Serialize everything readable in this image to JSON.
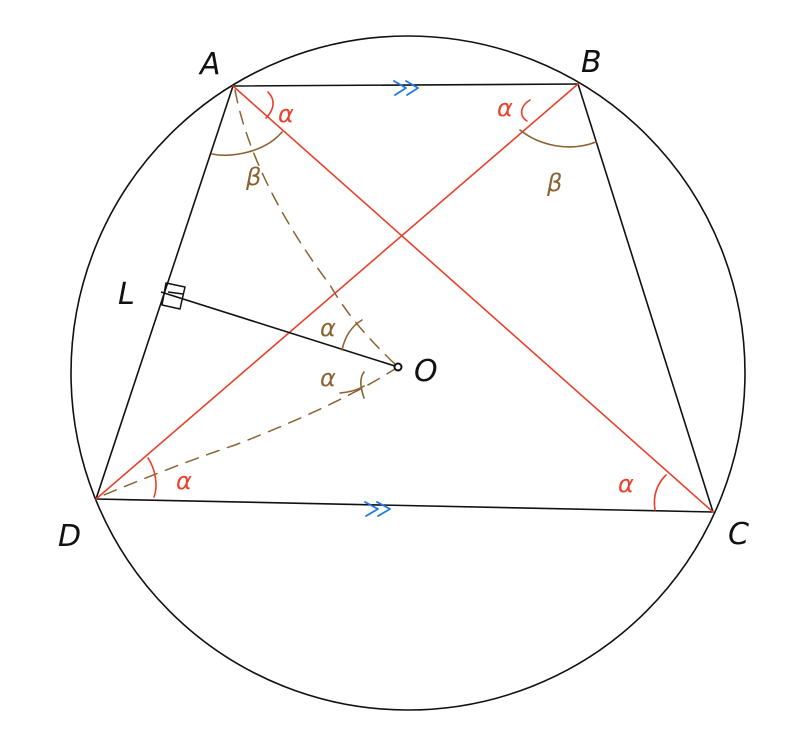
{
  "points": {
    "A": "A",
    "B": "B",
    "C": "C",
    "D": "D",
    "O": "O",
    "L": "L"
  },
  "angles": {
    "alpha": "α",
    "beta": "β"
  },
  "colors": {
    "ink": "#111111",
    "diagonal": "#e8412c",
    "construction": "#8b6332",
    "parallel_mark": "#1f7ae0"
  }
}
